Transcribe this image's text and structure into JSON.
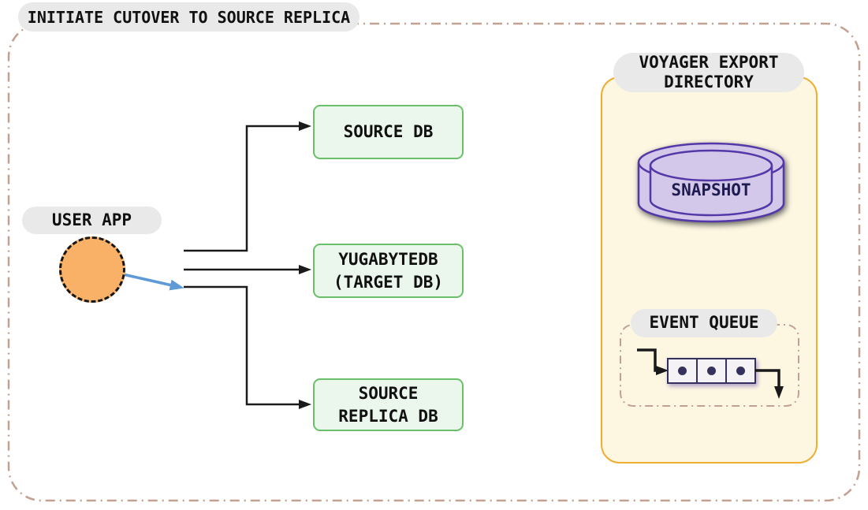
{
  "title": "INITIATE CUTOVER TO SOURCE REPLICA",
  "user_app": {
    "label": "USER APP"
  },
  "nodes": {
    "source_db": "SOURCE DB",
    "target_db": "YUGABYTEDB\n(TARGET DB)",
    "source_replica_db": "SOURCE\nREPLICA DB"
  },
  "voyager_panel": {
    "label": "VOYAGER EXPORT\nDIRECTORY",
    "snapshot_label": "SNAPSHOT",
    "event_queue_label": "EVENT QUEUE"
  },
  "colors": {
    "frame-dash": "#c3a192",
    "panel-border": "#f0ad33",
    "panel-bg": "#fdf7e2",
    "green-border": "#6abf69",
    "green-bg": "#ebf6ec",
    "purple-border": "#5438a8",
    "purple-fill": "#d3c8e9",
    "navy": "#34325c",
    "snapshot-text": "#1d1b4f",
    "blue-arrow": "#5e9ad6",
    "orange-fill": "#f9b168",
    "pill-bg": "#e9e9e9",
    "line-black": "#1a1a1a",
    "text": "#111111"
  }
}
